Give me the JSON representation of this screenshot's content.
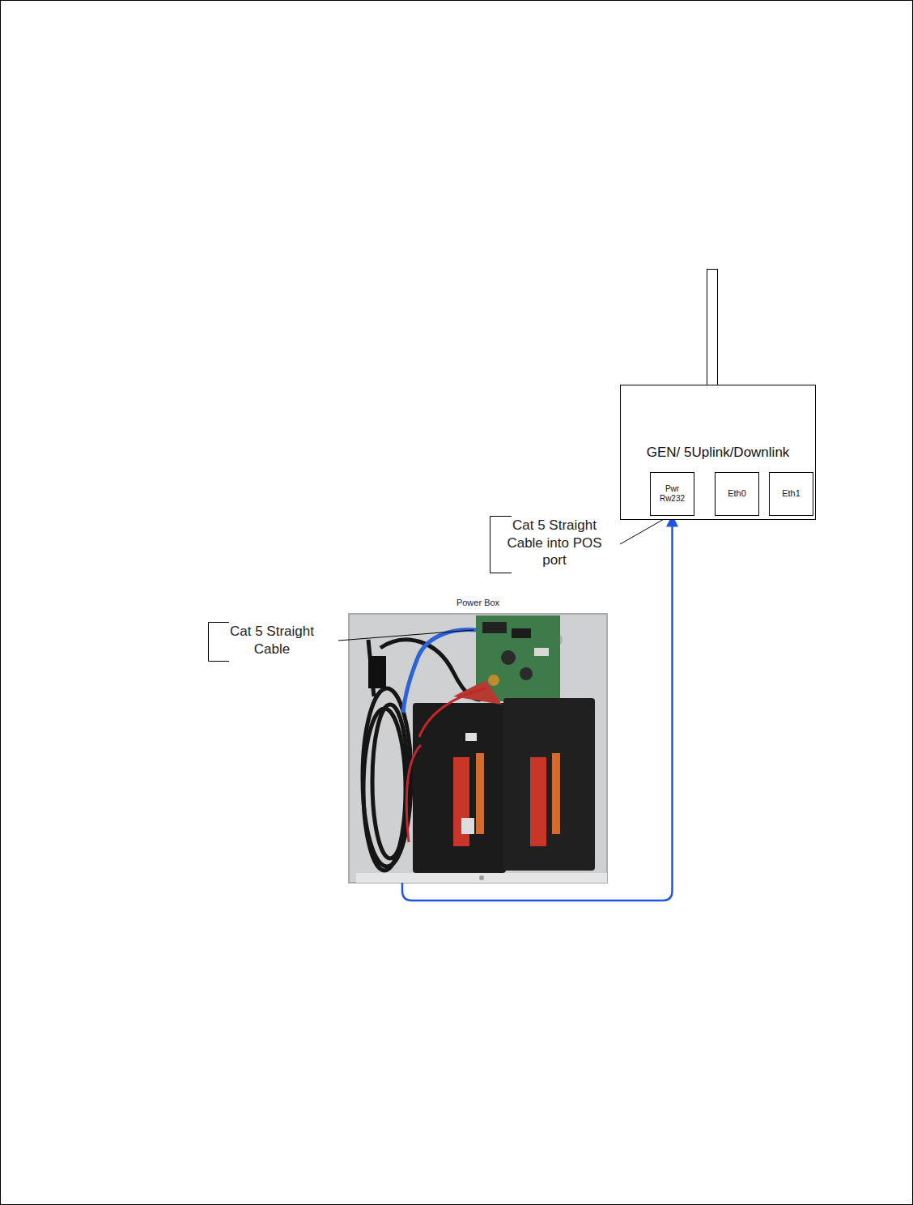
{
  "diagram": {
    "nodes": [
      {
        "text": [
          "GEN/ 5Uplink/Downlink"
        ]
      },
      {
        "text": [
          "Pwr Rw232"
        ],
        "in": 0
      },
      {
        "text": [
          "Eth0"
        ],
        "in": 0
      },
      {
        "text": [
          "Eth1"
        ],
        "in": 0
      },
      {
        "text": [
          "Power Box"
        ]
      }
    ],
    "edges": [
      {
        "from": 4,
        "to": 1,
        "arrow": "to"
      }
    ],
    "labels": [
      "Cat 5 Straight Cable into POS port",
      "Cat 5 Straight Cable"
    ]
  }
}
